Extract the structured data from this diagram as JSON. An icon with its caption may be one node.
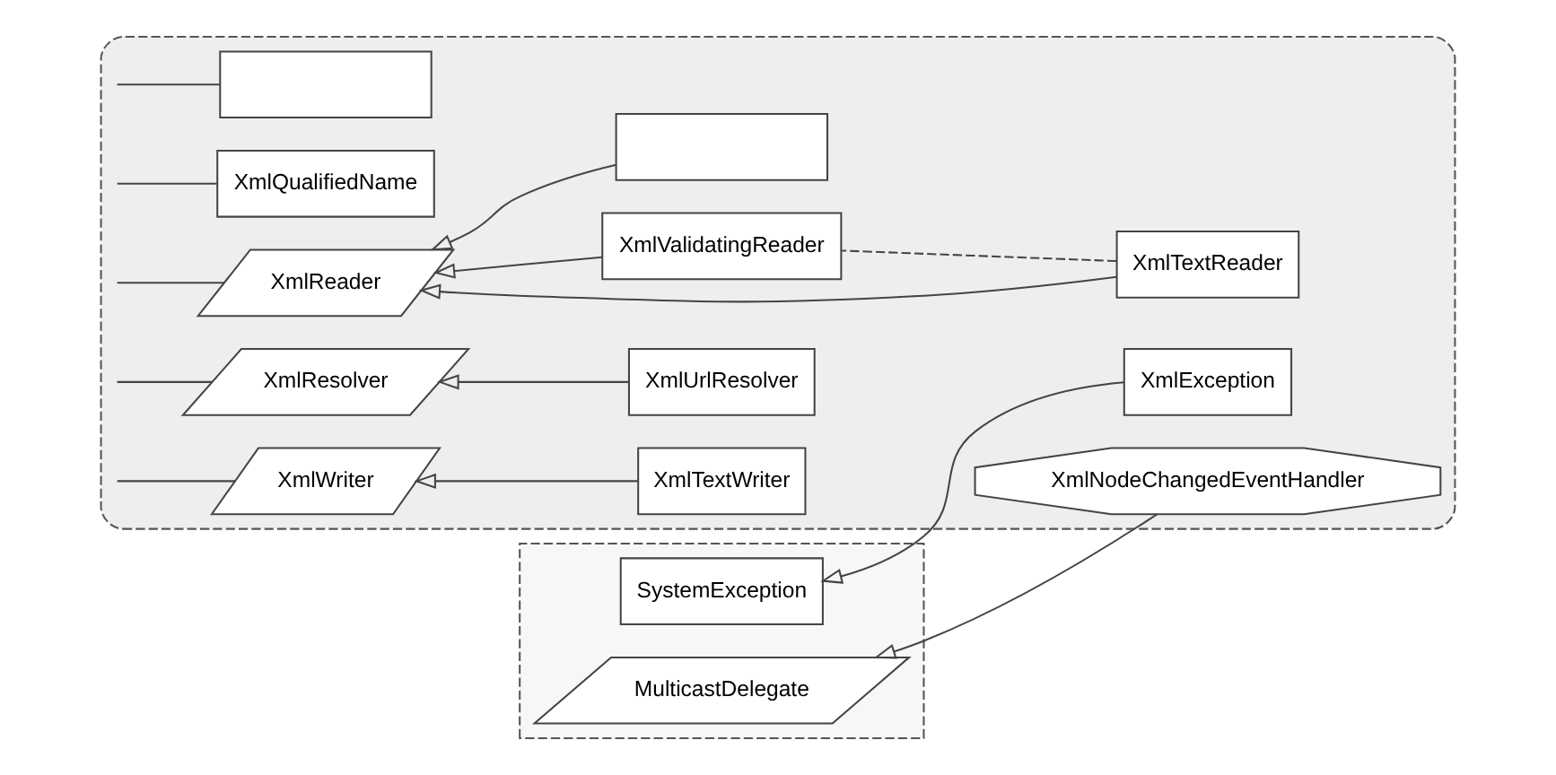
{
  "diagram": {
    "nodes": [
      {
        "text": [],
        "shape": "box"
      },
      {
        "text": [],
        "shape": "box"
      },
      {
        "text": [
          "SystemException"
        ],
        "in": 0
      },
      {
        "text": [
          "MulticastDelegate"
        ],
        "in": 0
      },
      {
        "text": [],
        "shape": "box",
        "in": 1
      },
      {
        "text": [
          "XmlQualifiedName"
        ],
        "in": 1
      },
      {
        "text": [
          "XmlReader"
        ],
        "in": 1
      },
      {
        "text": [
          "XmlResolver"
        ],
        "in": 1
      },
      {
        "text": [
          "XmlWriter"
        ],
        "in": 1
      },
      {
        "text": [],
        "shape": "box",
        "in": 1
      },
      {
        "text": [
          "XmlTextReader"
        ],
        "in": 1
      },
      {
        "text": [
          "XmlValidatingReader"
        ],
        "in": 1
      },
      {
        "text": [
          "XmlUrlResolver"
        ],
        "in": 1
      },
      {
        "text": [
          "XmlTextWriter"
        ],
        "in": 1
      },
      {
        "text": [
          "XmlException"
        ],
        "in": 1
      },
      {
        "text": [
          "XmlNodeChangedEventHandler"
        ],
        "in": 1
      }
    ],
    "edges": [
      {
        "from": 4,
        "to": null,
        "arrow": "none"
      },
      {
        "from": 5,
        "to": null,
        "arrow": "none"
      },
      {
        "from": 6,
        "to": null,
        "arrow": "none"
      },
      {
        "from": 7,
        "to": null,
        "arrow": "none"
      },
      {
        "from": 8,
        "to": null,
        "arrow": "none"
      },
      {
        "from": 9,
        "to": 6,
        "arrow": "to"
      },
      {
        "from": 10,
        "to": 6,
        "arrow": "to"
      },
      {
        "from": 11,
        "to": 6,
        "arrow": "to"
      },
      {
        "from": 10,
        "to": 11,
        "arrow": "none",
        "style": "dashed"
      },
      {
        "from": 12,
        "to": 7,
        "arrow": "to"
      },
      {
        "from": 13,
        "to": 8,
        "arrow": "to"
      },
      {
        "from": 14,
        "to": 2,
        "arrow": "to"
      },
      {
        "from": 15,
        "to": 3,
        "arrow": "to"
      }
    ]
  }
}
